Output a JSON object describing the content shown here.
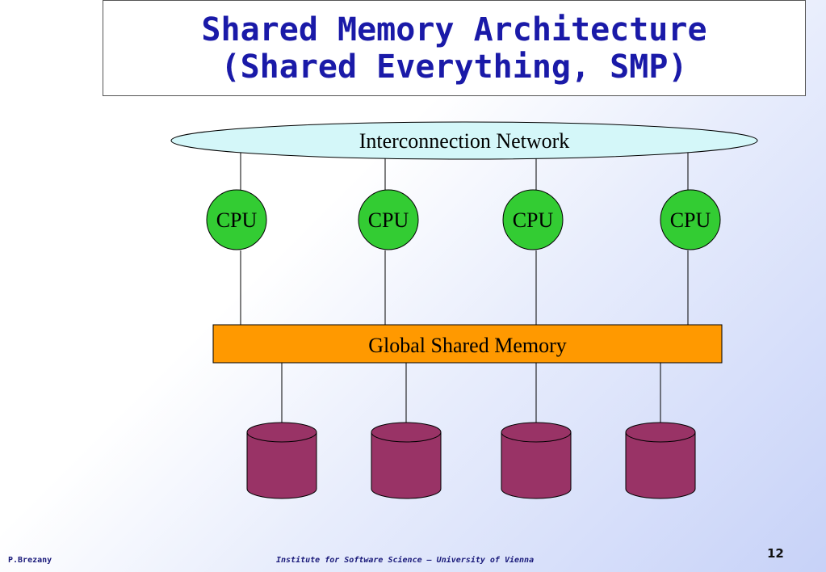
{
  "title": {
    "line1": "Shared Memory Architecture",
    "line2": "(Shared Everything, SMP)"
  },
  "diagram": {
    "network_label": "Interconnection Network",
    "cpus": [
      "CPU",
      "CPU",
      "CPU",
      "CPU"
    ],
    "memory_label": "Global Shared Memory",
    "disk_count": 4
  },
  "colors": {
    "title_text": "#1a1aa8",
    "network_fill": "#d4f7f9",
    "cpu_fill": "#33cc33",
    "memory_fill": "#ff9900",
    "disk_fill": "#993366"
  },
  "footer": {
    "author": "P.Brezany",
    "institute": "Institute for Software Science – University of Vienna",
    "page": "12"
  }
}
